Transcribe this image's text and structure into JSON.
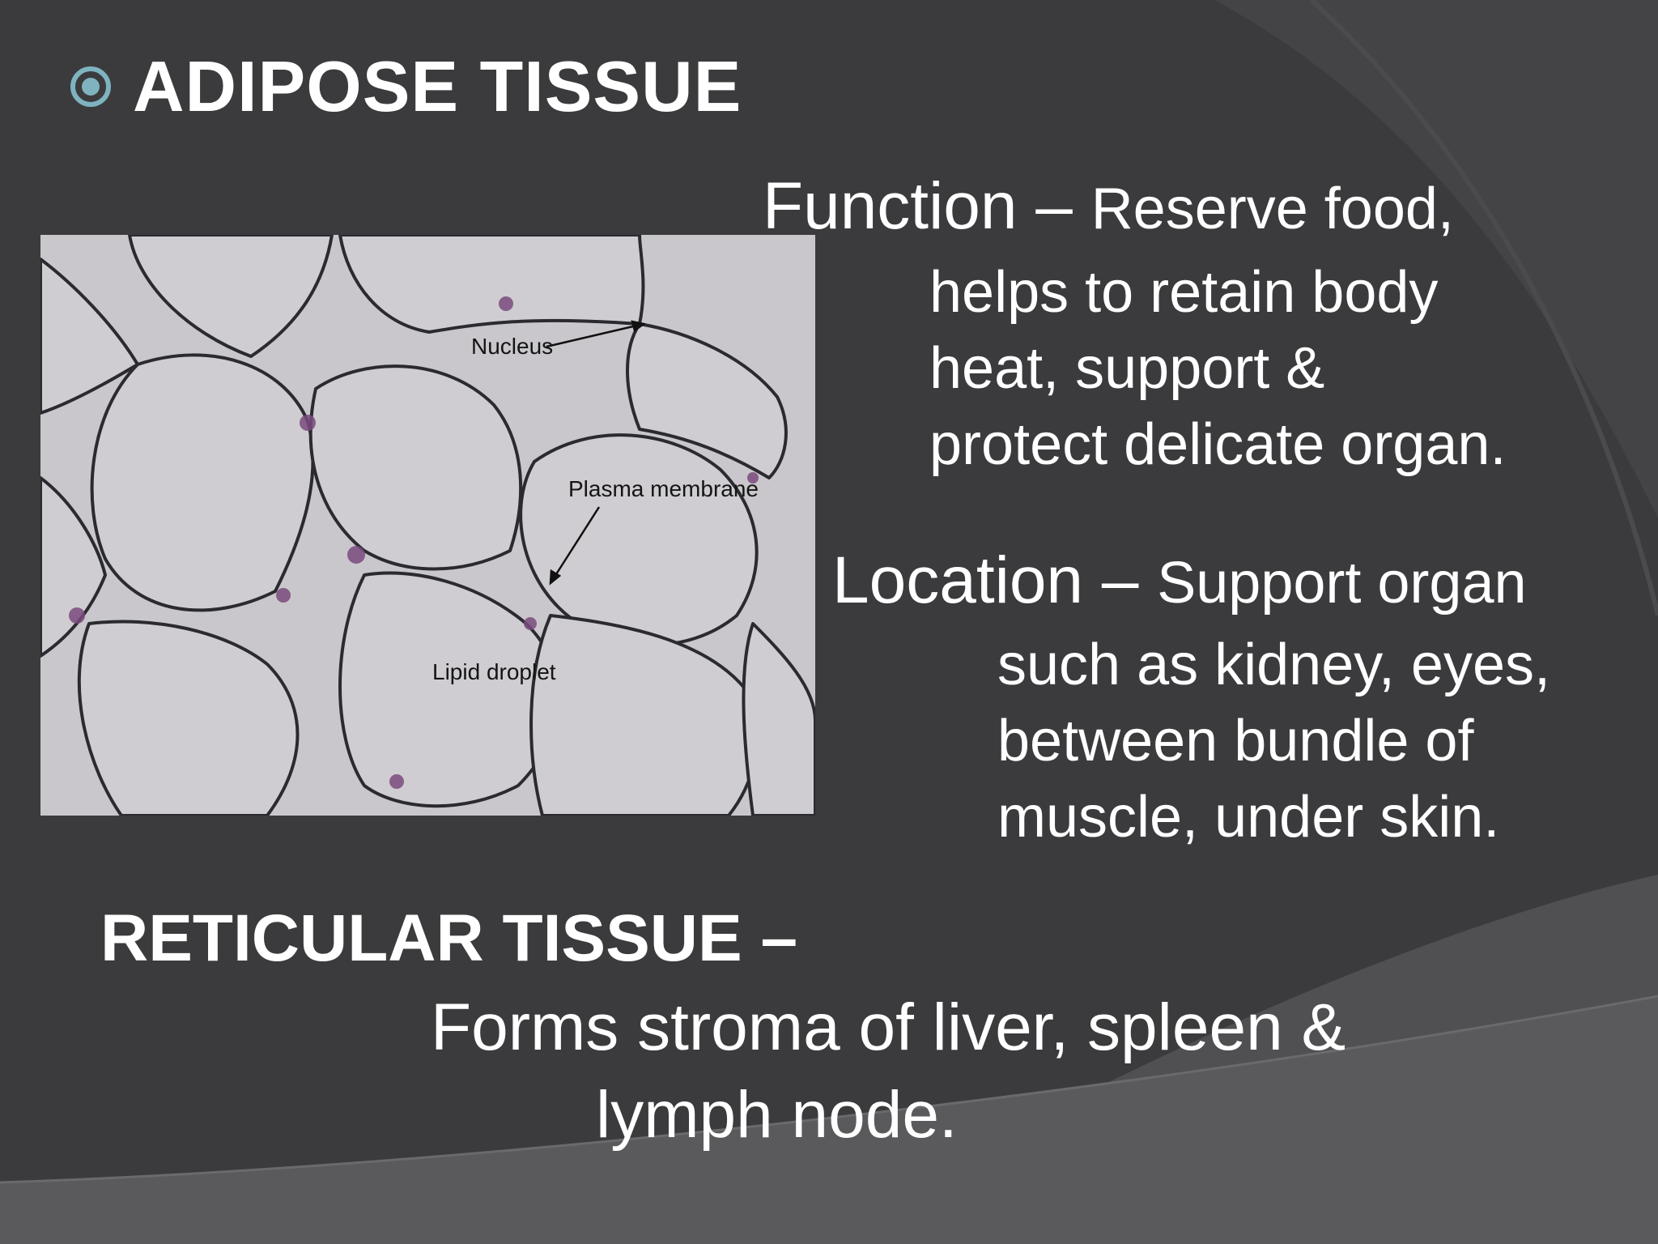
{
  "slide": {
    "title": "ADIPOSE TISSUE",
    "bullet_icon": "target-circle-icon",
    "accent_color": "#7fb3c0",
    "background_color": "#3b3b3d"
  },
  "figure": {
    "labels": {
      "nucleus": "Nucleus",
      "plasma_membrane": "Plasma membrane",
      "lipid_droplet": "Lipid droplet"
    }
  },
  "function": {
    "heading": "Function",
    "dash": " – ",
    "first": "Reserve food,",
    "lines": [
      "helps to retain body",
      "heat, support &",
      "protect delicate organ."
    ]
  },
  "location": {
    "heading": "Location",
    "dash": " – ",
    "first": "Support organ",
    "lines": [
      "such as kidney, eyes,",
      "between bundle of",
      "muscle, under skin."
    ]
  },
  "reticular": {
    "heading": "RETICULAR TISSUE –",
    "lines": [
      "Forms stroma of liver, spleen &",
      "lymph node."
    ]
  }
}
